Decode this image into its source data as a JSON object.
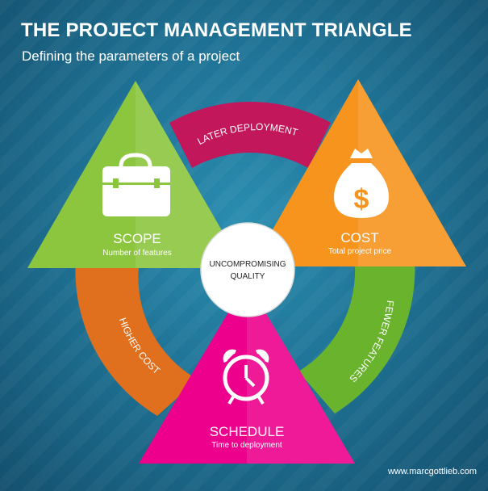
{
  "header": {
    "title": "THE PROJECT MANAGEMENT TRIANGLE",
    "subtitle": "Defining the parameters of a project"
  },
  "center": {
    "line1": "UNCOMPROMISING",
    "line2": "QUALITY"
  },
  "nodes": {
    "scope": {
      "label": "SCOPE",
      "sublabel": "Number of features",
      "color": "#8cc63f",
      "icon": "briefcase-icon"
    },
    "cost": {
      "label": "COST",
      "sublabel": "Total project price",
      "color": "#f7941d",
      "icon": "money-bag-icon",
      "icon_glyph": "$"
    },
    "schedule": {
      "label": "SCHEDULE",
      "sublabel": "Time to deployment",
      "color": "#ec008c",
      "icon": "alarm-clock-icon"
    }
  },
  "connectors": {
    "top": {
      "label": "LATER DEPLOYMENT",
      "color": "#c2185b"
    },
    "left": {
      "label": "HIGHER COST",
      "color": "#e0701e"
    },
    "right": {
      "label": "FEWER FEATURES",
      "color": "#6ab42d"
    }
  },
  "footer": {
    "credit": "www.marcgottlieb.com"
  }
}
